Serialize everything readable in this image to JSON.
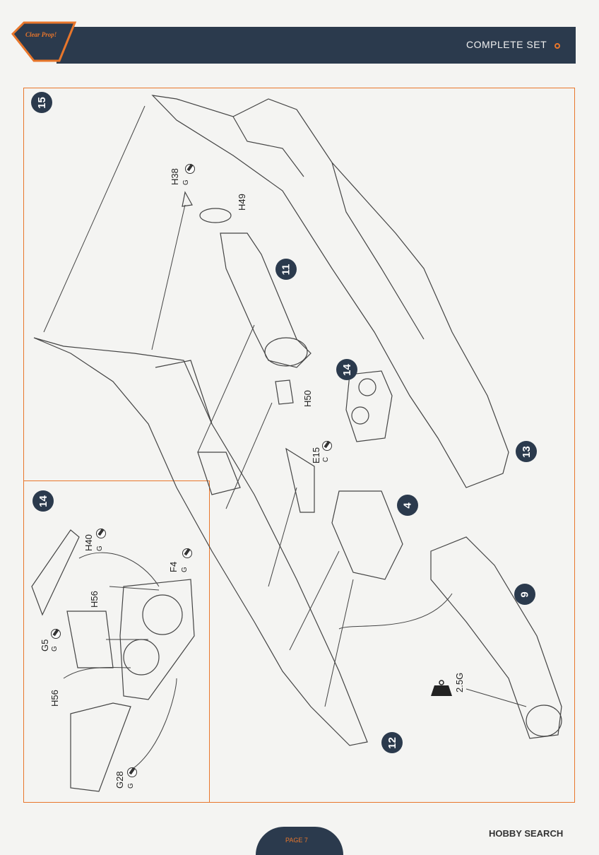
{
  "header": {
    "logo_text": "Clear Prop!",
    "title": "COMPLETE SET"
  },
  "steps": {
    "main": "15",
    "engine": "11",
    "seats": "14",
    "fuselage_half": "13",
    "cockpit_tub": "4",
    "nose": "9",
    "lower_fuselage": "12",
    "inset": "14"
  },
  "parts": {
    "h38": "H38",
    "h38_color": "G",
    "h49": "H49",
    "h50": "H50",
    "e15": "E15",
    "e15_color": "C",
    "h40": "H40",
    "h40_color": "G",
    "f4": "F4",
    "f4_color": "G",
    "h56_a": "H56",
    "g5": "G5",
    "g5_color": "G",
    "h56_b": "H56",
    "g28": "G28",
    "g28_color": "G"
  },
  "weight": {
    "label": "2.5G"
  },
  "footer": {
    "page": "PAGE 7",
    "watermark": "HOBBY SEARCH"
  }
}
